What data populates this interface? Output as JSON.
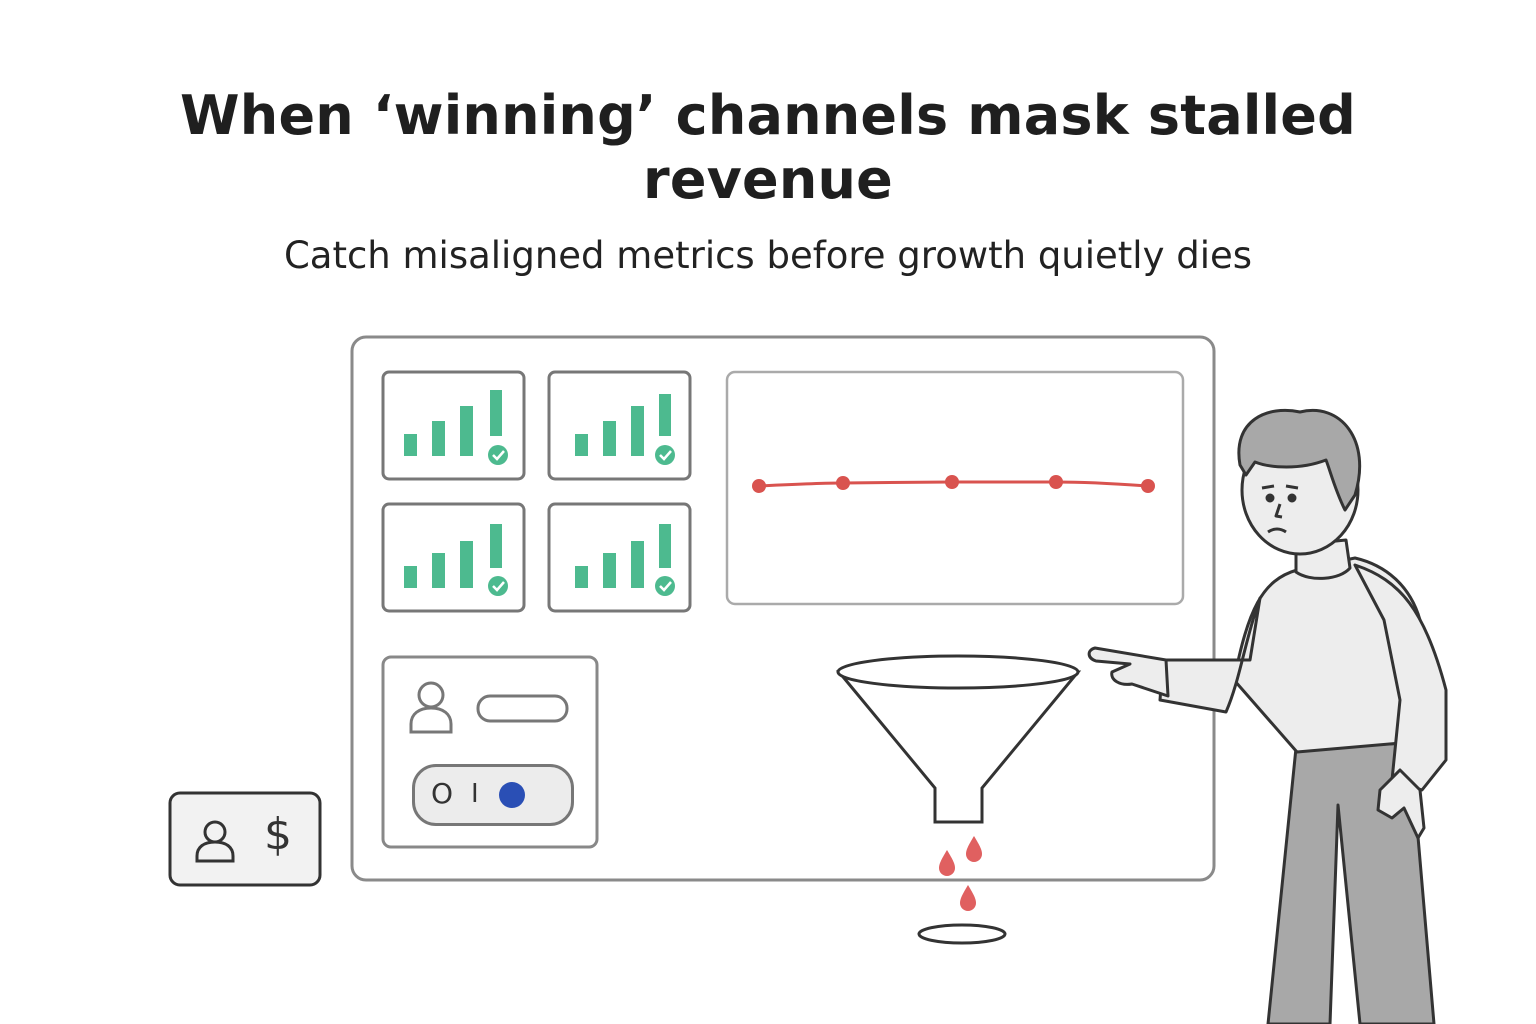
{
  "header": {
    "title": "When ‘winning’ channels mask stalled revenue",
    "subtitle": "Catch misaligned metrics before growth quietly dies"
  },
  "toggle": {
    "off_label": "O",
    "on_label": "I",
    "state": "on"
  },
  "revenue_card": {
    "dollar_symbol": "$"
  },
  "colors": {
    "bar_green": "#4dba8f",
    "check_green": "#4dba8f",
    "line_red": "#d9534f",
    "drop_red": "#e06060",
    "toggle_knob": "#2a4fb5",
    "outline_gray": "#777777"
  },
  "icons": [
    "user-icon",
    "dollar-icon",
    "checkmark-icon",
    "funnel-icon"
  ]
}
